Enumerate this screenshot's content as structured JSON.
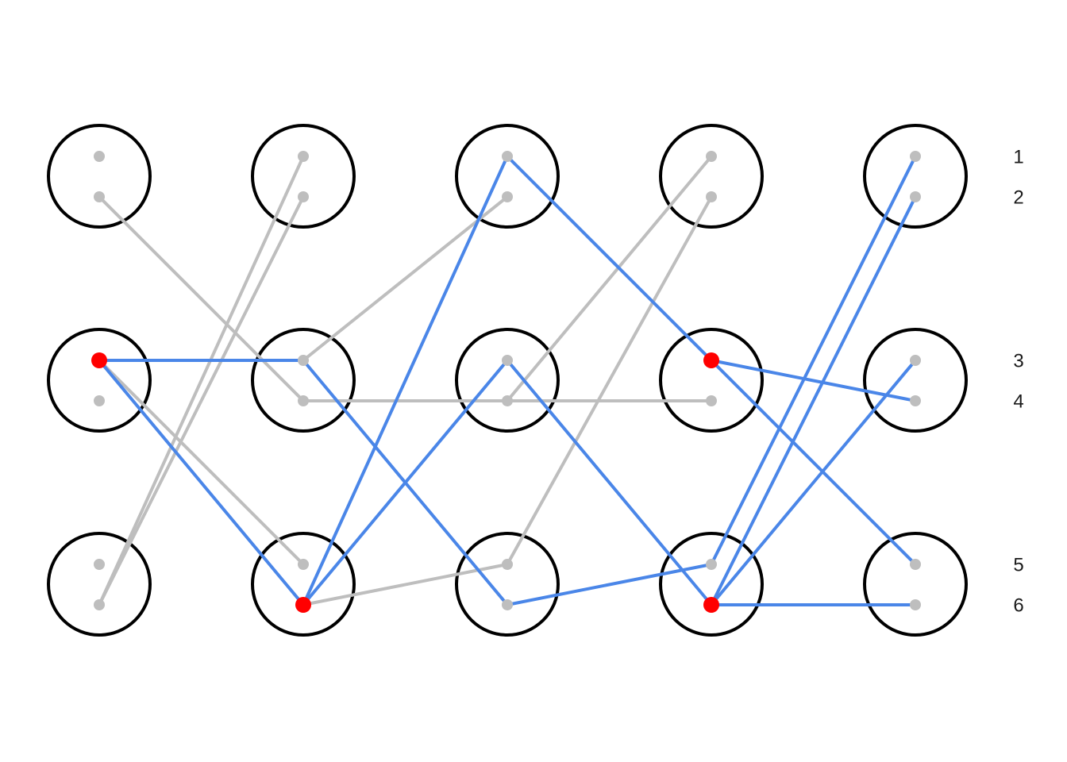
{
  "colors": {
    "background": "#ffffff",
    "circle_stroke": "#000000",
    "inactive_edge": "#bebebe",
    "active_edge": "#4a86e8",
    "inactive_point": "#bebebe",
    "active_point": "#ff0000"
  },
  "grid": {
    "columns": 5,
    "rows": 3
  },
  "row_labels": [
    "1",
    "2",
    "3",
    "4",
    "5",
    "6"
  ],
  "chart_data": {
    "type": "trellis",
    "points_per_node": 2,
    "states": [
      1,
      2,
      3,
      4,
      5,
      6
    ],
    "stages": [
      1,
      2,
      3,
      4,
      5
    ],
    "inactive_edges": [
      {
        "from_stage": 1,
        "from_state": 2,
        "to_stage": 2,
        "to_state": 4
      },
      {
        "from_stage": 1,
        "from_state": 6,
        "to_stage": 2,
        "to_state": 1
      },
      {
        "from_stage": 1,
        "from_state": 6,
        "to_stage": 2,
        "to_state": 2
      },
      {
        "from_stage": 1,
        "from_state": 3,
        "to_stage": 2,
        "to_state": 5
      },
      {
        "from_stage": 2,
        "from_state": 3,
        "to_stage": 3,
        "to_state": 2
      },
      {
        "from_stage": 2,
        "from_state": 4,
        "to_stage": 3,
        "to_state": 4
      },
      {
        "from_stage": 2,
        "from_state": 6,
        "to_stage": 3,
        "to_state": 5
      },
      {
        "from_stage": 3,
        "from_state": 4,
        "to_stage": 4,
        "to_state": 1
      },
      {
        "from_stage": 3,
        "from_state": 4,
        "to_stage": 4,
        "to_state": 4
      },
      {
        "from_stage": 3,
        "from_state": 5,
        "to_stage": 4,
        "to_state": 2
      }
    ],
    "active_edges": [
      {
        "from_stage": 1,
        "from_state": 3,
        "to_stage": 2,
        "to_state": 3
      },
      {
        "from_stage": 1,
        "from_state": 3,
        "to_stage": 2,
        "to_state": 6
      },
      {
        "from_stage": 2,
        "from_state": 3,
        "to_stage": 3,
        "to_state": 6
      },
      {
        "from_stage": 2,
        "from_state": 6,
        "to_stage": 3,
        "to_state": 1
      },
      {
        "from_stage": 2,
        "from_state": 6,
        "to_stage": 3,
        "to_state": 3
      },
      {
        "from_stage": 3,
        "from_state": 1,
        "to_stage": 4,
        "to_state": 3
      },
      {
        "from_stage": 3,
        "from_state": 3,
        "to_stage": 4,
        "to_state": 6
      },
      {
        "from_stage": 3,
        "from_state": 6,
        "to_stage": 4,
        "to_state": 5
      },
      {
        "from_stage": 4,
        "from_state": 3,
        "to_stage": 5,
        "to_state": 4
      },
      {
        "from_stage": 4,
        "from_state": 3,
        "to_stage": 5,
        "to_state": 5
      },
      {
        "from_stage": 4,
        "from_state": 5,
        "to_stage": 5,
        "to_state": 1
      },
      {
        "from_stage": 4,
        "from_state": 6,
        "to_stage": 5,
        "to_state": 2
      },
      {
        "from_stage": 4,
        "from_state": 6,
        "to_stage": 5,
        "to_state": 3
      },
      {
        "from_stage": 4,
        "from_state": 6,
        "to_stage": 5,
        "to_state": 6
      }
    ],
    "highlighted_points": [
      {
        "stage": 1,
        "state": 3
      },
      {
        "stage": 2,
        "state": 6
      },
      {
        "stage": 4,
        "state": 3
      },
      {
        "stage": 4,
        "state": 6
      }
    ]
  }
}
